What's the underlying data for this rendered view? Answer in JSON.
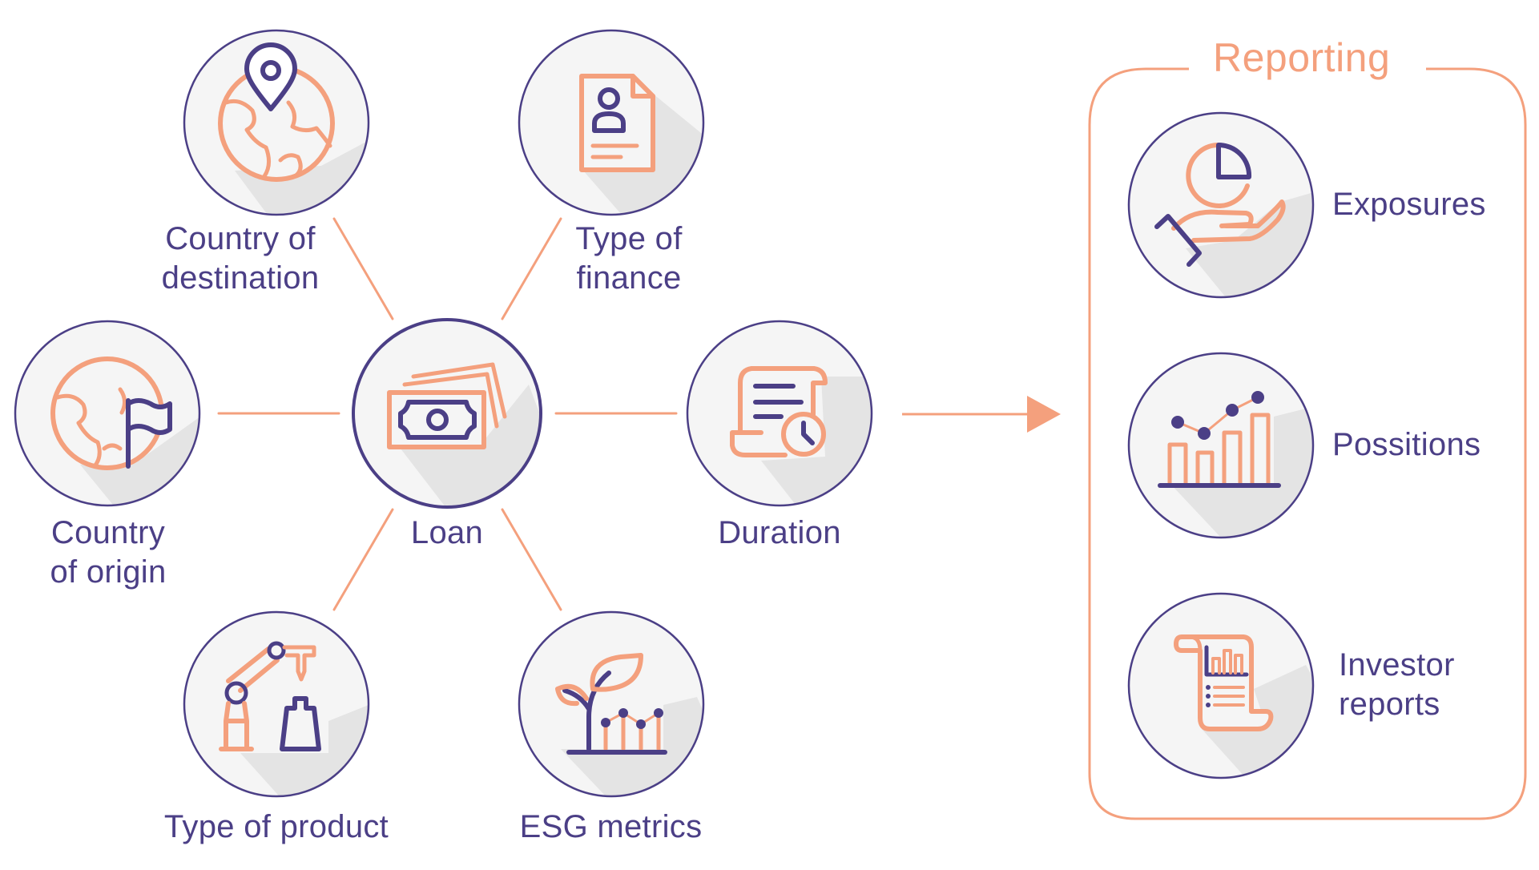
{
  "diagram": {
    "center": {
      "label": "Loan",
      "icon": "money-bills-icon"
    },
    "factors": [
      {
        "id": "country-of-destination",
        "label": "Country of\ndestination",
        "icon": "globe-pin-icon"
      },
      {
        "id": "type-of-finance",
        "label": "Type of\nfinance",
        "icon": "document-person-icon"
      },
      {
        "id": "country-of-origin",
        "label": "Country\nof origin",
        "icon": "globe-flag-icon"
      },
      {
        "id": "duration",
        "label": "Duration",
        "icon": "scroll-clock-icon"
      },
      {
        "id": "type-of-product",
        "label": "Type of product",
        "icon": "robot-arm-icon"
      },
      {
        "id": "esg-metrics",
        "label": "ESG metrics",
        "icon": "plant-chart-icon"
      }
    ],
    "reporting": {
      "title": "Reporting",
      "items": [
        {
          "id": "exposures",
          "label": "Exposures",
          "icon": "hand-pie-chart-icon"
        },
        {
          "id": "possitions",
          "label": "Possitions",
          "icon": "bar-line-chart-icon"
        },
        {
          "id": "investor-reports",
          "label": "Investor\nreports",
          "icon": "report-scroll-icon"
        }
      ]
    },
    "colors": {
      "purple": "#4b3f86",
      "orange": "#f4a07d",
      "circle_fill": "#f5f5f5",
      "shadow": "#e4e4e4"
    }
  }
}
